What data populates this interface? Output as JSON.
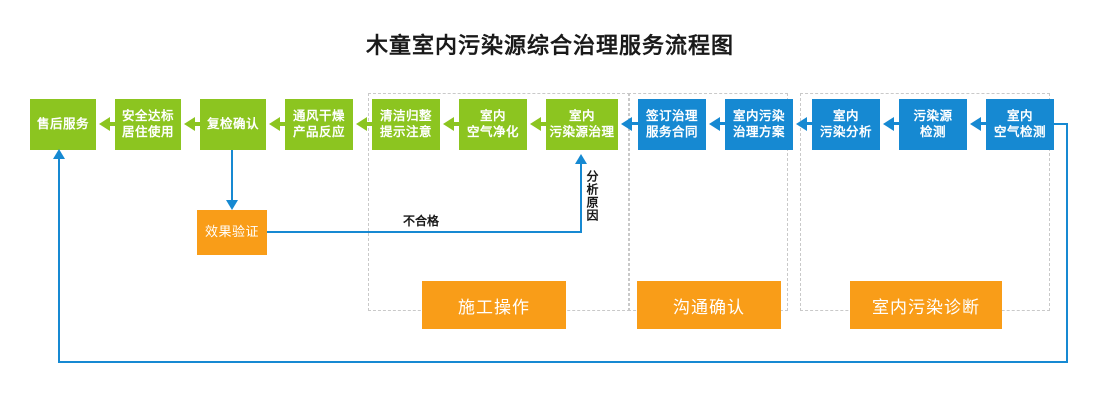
{
  "title": "木童室内污染源综合治理服务流程图",
  "colors": {
    "green": "#8CC520",
    "blue": "#1689D2",
    "orange": "#F99D18",
    "group_border": "#c9c9c9",
    "text_dark": "#1a1a1a"
  },
  "nodes": {
    "green": [
      {
        "id": "after-sales-service",
        "label": "售后服务"
      },
      {
        "id": "safe-standard-living-use",
        "label": "安全达标\n居住使用"
      },
      {
        "id": "recheck-confirm",
        "label": "复检确认"
      },
      {
        "id": "ventilate-dry-product-reaction",
        "label": "通风干燥\n产品反应"
      },
      {
        "id": "clean-tidy-notice",
        "label": "清洁归整\n提示注意"
      },
      {
        "id": "indoor-air-purification",
        "label": "室内\n空气净化"
      },
      {
        "id": "indoor-pollution-source-treatment",
        "label": "室内\n污染源治理"
      }
    ],
    "blue": [
      {
        "id": "sign-treatment-service-contract",
        "label": "签订治理\n服务合同"
      },
      {
        "id": "indoor-pollution-treatment-plan",
        "label": "室内污染\n治理方案"
      },
      {
        "id": "indoor-pollution-analysis",
        "label": "室内\n污染分析"
      },
      {
        "id": "pollution-source-detection",
        "label": "污染源\n检测"
      },
      {
        "id": "indoor-air-detection",
        "label": "室内\n空气检测"
      }
    ],
    "orange": [
      {
        "id": "effect-verification",
        "label": "效果验证"
      }
    ]
  },
  "section_labels": [
    {
      "id": "construction-operation",
      "label": "施工操作"
    },
    {
      "id": "communication-confirmation",
      "label": "沟通确认"
    },
    {
      "id": "indoor-pollution-diagnosis",
      "label": "室内污染诊断"
    }
  ],
  "edge_labels": {
    "unqualified": "不合格",
    "analyze_cause": "分析原因"
  }
}
